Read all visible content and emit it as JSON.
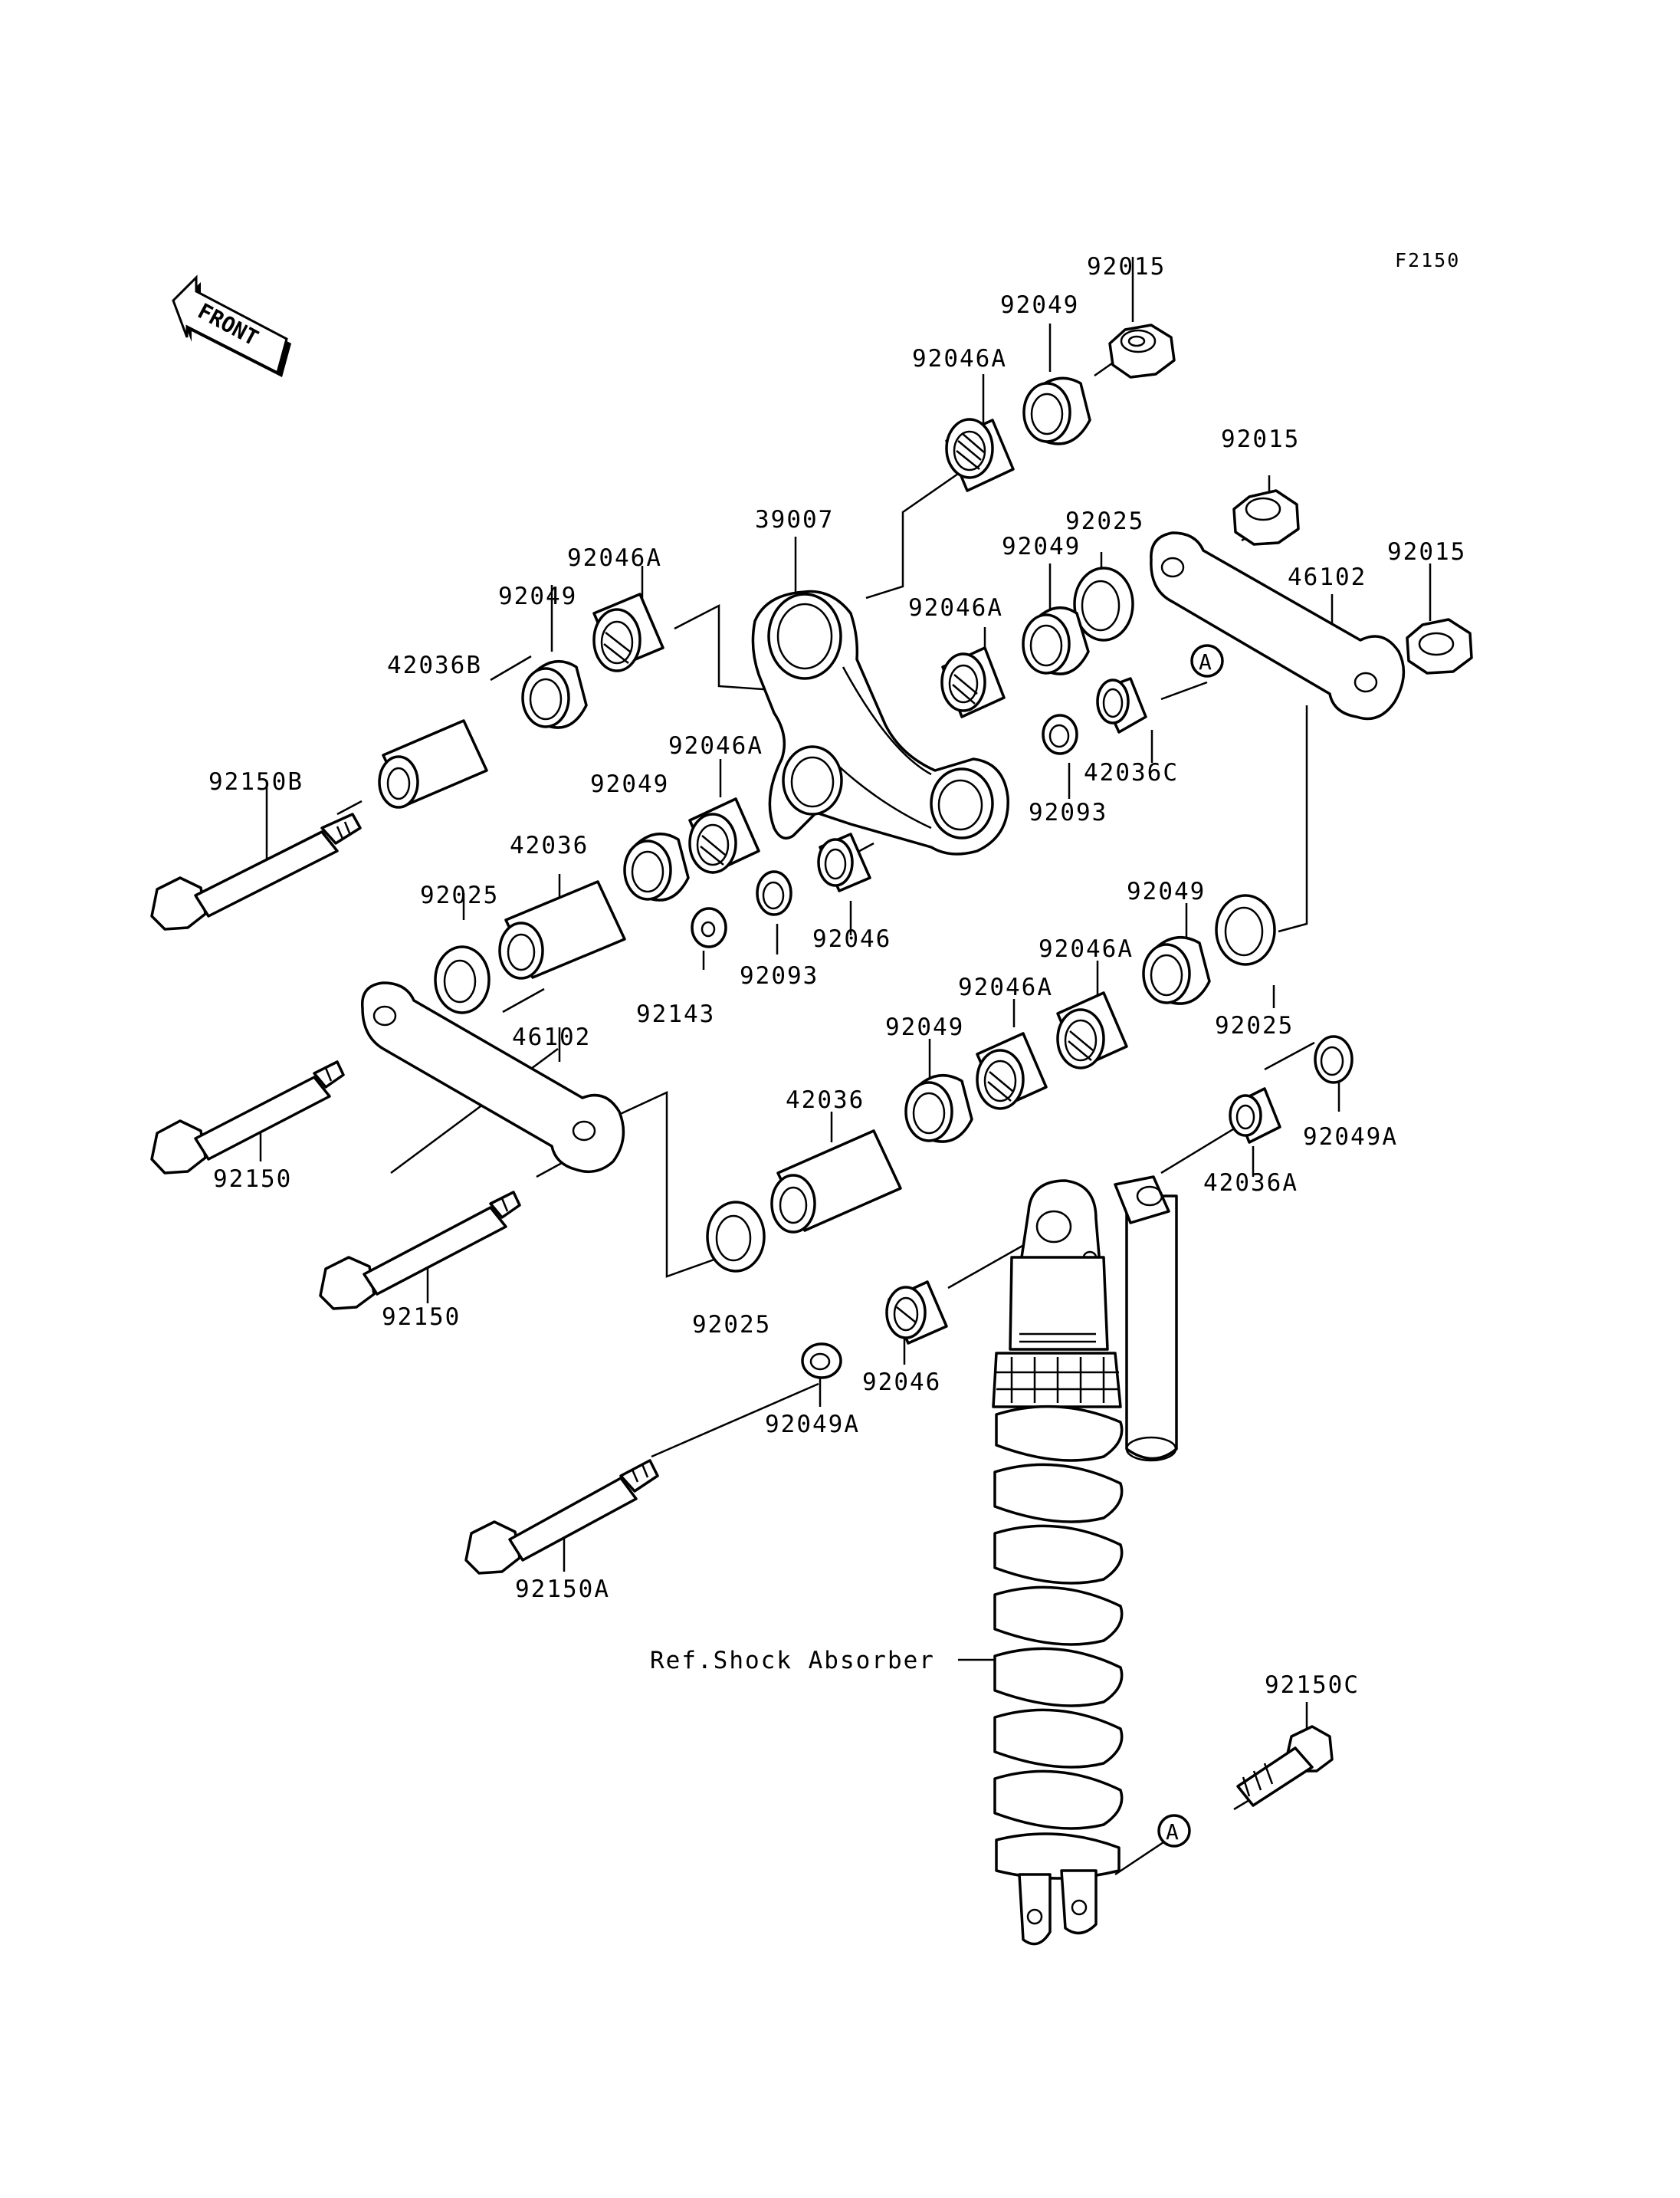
{
  "diagram_code": "F2150",
  "front_label": "FRONT",
  "ref_label": "Ref.Shock Absorber",
  "callout": "A",
  "parts": {
    "p92015_top": "92015",
    "p92049_top": "92049",
    "p92046A_top": "92046A",
    "p92015_mid": "92015",
    "p39007": "39007",
    "p92025_upper": "92025",
    "p92049_upper_r": "92049",
    "p92015_right": "92015",
    "p92046A_left": "92046A",
    "p46102_right": "46102",
    "p92049_left": "92049",
    "p92046A_mid": "92046A",
    "p42036B": "42036B",
    "p42036C": "42036C",
    "p92150B": "92150B",
    "p92046A_center": "92046A",
    "p92093_right": "92093",
    "p92049_center": "92049",
    "p42036_upper": "42036",
    "p92025_left": "92025",
    "p92046": "92046",
    "p92093_center": "92093",
    "p92143": "92143",
    "p92049_right2": "92049",
    "p92046A_low1": "92046A",
    "p46102_left": "46102",
    "p92046A_low2": "92046A",
    "p92025_right": "92025",
    "p92049_low": "92049",
    "p42036_lower": "42036",
    "p92049A_right": "92049A",
    "p92150_upper": "92150",
    "p42036A": "42036A",
    "p92150_lower": "92150",
    "p92025_lower": "92025",
    "p92046_lower": "92046",
    "p92049A_lower": "92049A",
    "p92150A": "92150A",
    "p92150C": "92150C"
  }
}
